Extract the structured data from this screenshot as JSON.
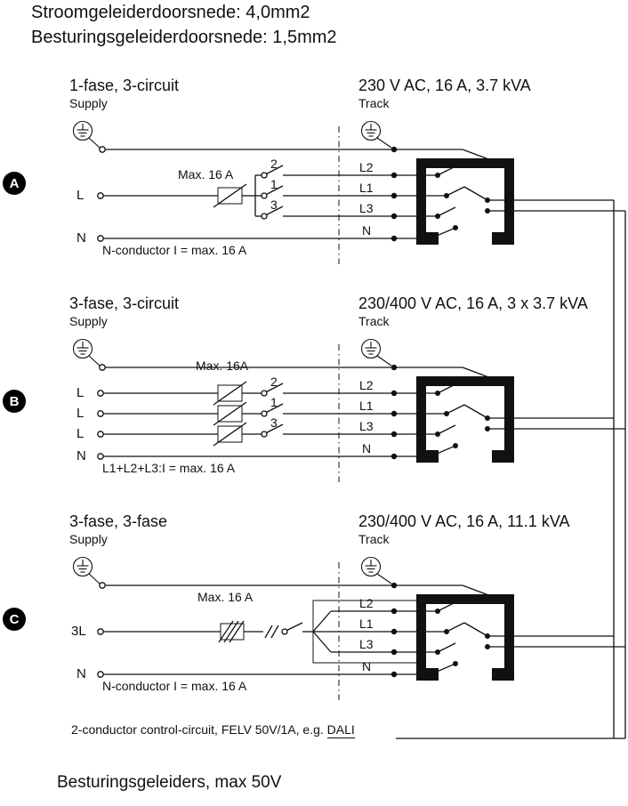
{
  "header": {
    "line1": "Stroomgeleiderdoorsnede: 4,0mm2",
    "line2": "Besturingsgeleiderdoorsnede: 1,5mm2"
  },
  "sections": [
    {
      "badge": "A",
      "title_left": "1-fase, 3-circuit",
      "title_right": "230 V AC, 16 A, 3.7 kVA",
      "supply_label": "Supply",
      "track_label": "Track",
      "fuse_label": "Max. 16 A",
      "conductor_labels": [
        "L",
        "N"
      ],
      "switch_numbers": [
        "2",
        "1",
        "3"
      ],
      "terminals": [
        "L2",
        "L1",
        "L3",
        "N"
      ],
      "note": "N-conductor I = max. 16 A"
    },
    {
      "badge": "B",
      "title_left": "3-fase, 3-circuit",
      "title_right": "230/400 V AC, 16 A, 3 x 3.7 kVA",
      "supply_label": "Supply",
      "track_label": "Track",
      "fuse_label": "Max. 16A",
      "conductor_labels": [
        "L",
        "L",
        "L",
        "N"
      ],
      "switch_numbers": [
        "2",
        "1",
        "3"
      ],
      "terminals": [
        "L2",
        "L1",
        "L3",
        "N"
      ],
      "note": "L1+L2+L3:I = max. 16 A"
    },
    {
      "badge": "C",
      "title_left": "3-fase, 3-fase",
      "title_right": "230/400 V AC, 16 A, 11.1 kVA",
      "supply_label": "Supply",
      "track_label": "Track",
      "fuse_label": "Max. 16 A",
      "conductor_labels": [
        "3L",
        "N"
      ],
      "terminals": [
        "L2",
        "L1",
        "L3",
        "N"
      ],
      "note": "N-conductor I = max. 16 A"
    }
  ],
  "footer": {
    "control_prefix": "2-conductor control-circuit, FELV 50V/1A, e.g. ",
    "control_dali": "DALI",
    "bottom": "Besturingsgeleiders, max 50V"
  }
}
